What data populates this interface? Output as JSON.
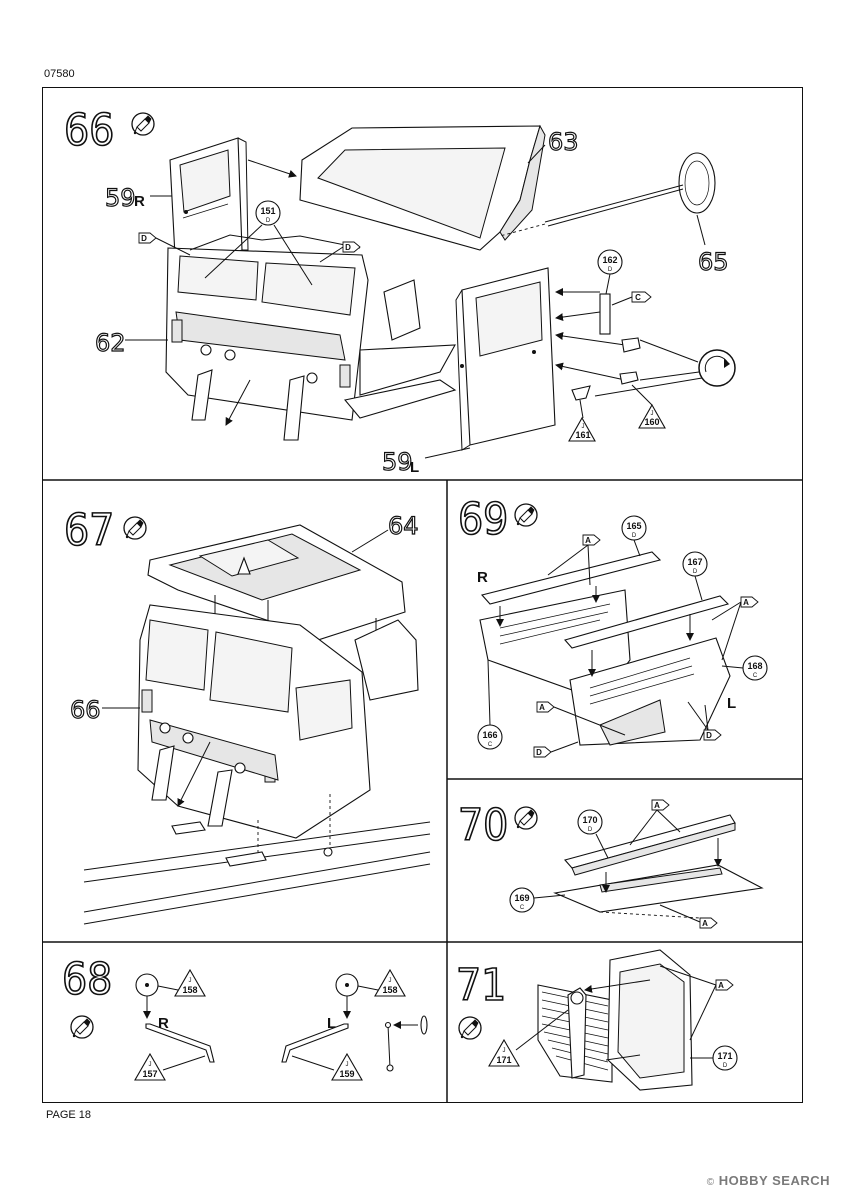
{
  "header": {
    "code": "07580"
  },
  "footer": {
    "page": "PAGE 18"
  },
  "watermark": {
    "brand": "HOBBY SEARCH",
    "mark": "©"
  },
  "steps": {
    "s66": {
      "number": "66",
      "parts": {
        "p63": "63",
        "p65": "65",
        "p62": "62",
        "p59r": "59",
        "r": "R",
        "p59l": "59",
        "l": "L"
      },
      "circles": [
        {
          "num": "151",
          "sub": "D"
        },
        {
          "num": "162",
          "sub": "D"
        }
      ],
      "triangles": [
        {
          "num": "161",
          "sub": "J"
        },
        {
          "num": "160",
          "sub": "J"
        }
      ],
      "tags": [
        "D",
        "D",
        "C"
      ]
    },
    "s67": {
      "number": "67",
      "parts": {
        "p64": "64",
        "p66": "66"
      }
    },
    "s69": {
      "number": "69",
      "r": "R",
      "l": "L",
      "circles": [
        {
          "num": "165",
          "sub": "D"
        },
        {
          "num": "167",
          "sub": "D"
        },
        {
          "num": "168",
          "sub": "C"
        },
        {
          "num": "166",
          "sub": "C"
        }
      ],
      "tags": [
        "A",
        "A",
        "A",
        "D",
        "D"
      ]
    },
    "s70": {
      "number": "70",
      "circles": [
        {
          "num": "170",
          "sub": "D"
        },
        {
          "num": "169",
          "sub": "C"
        }
      ],
      "tags": [
        "A",
        "A"
      ]
    },
    "s68": {
      "number": "68",
      "r": "R",
      "l": "L",
      "triangles": [
        {
          "num": "158",
          "sub": "J"
        },
        {
          "num": "158",
          "sub": "J"
        },
        {
          "num": "157",
          "sub": "J"
        },
        {
          "num": "159",
          "sub": "J"
        }
      ]
    },
    "s71": {
      "number": "71",
      "triangles": [
        {
          "num": "171",
          "sub": "J"
        }
      ],
      "circles": [
        {
          "num": "171",
          "sub": "D"
        }
      ],
      "tags": [
        "A"
      ]
    }
  }
}
